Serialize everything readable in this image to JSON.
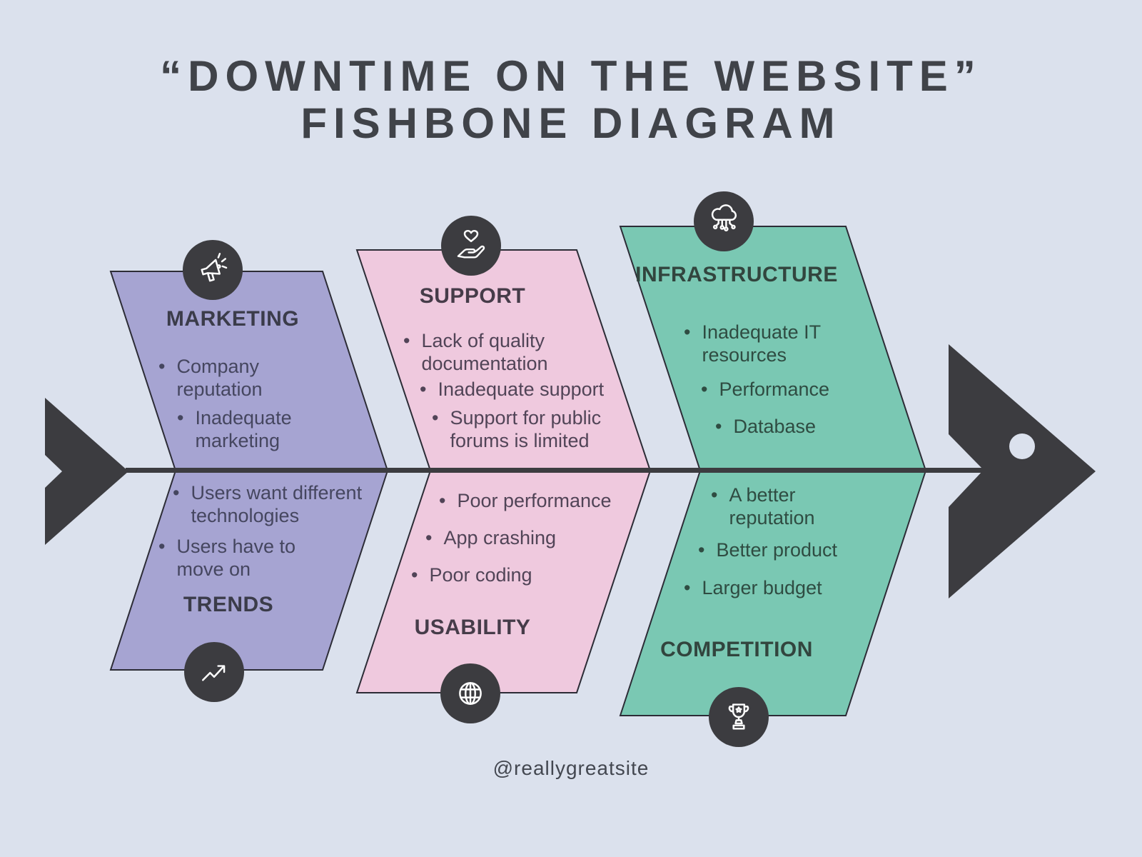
{
  "title": {
    "line1": "“DOWNTIME ON THE WEBSITE”",
    "line2": "FISHBONE DIAGRAM"
  },
  "colors": {
    "background": "#dbe1ed",
    "purple_band": "#a6a4d2",
    "pink_band": "#efc9de",
    "teal_band": "#7ac8b3",
    "dark_shapes": "#3c3c40"
  },
  "icons": {
    "marketing": "megaphone-icon",
    "support": "hand-heart-icon",
    "infrastructure": "cloud-network-icon",
    "trends": "trend-up-icon",
    "usability": "globe-icon",
    "competition": "trophy-icon"
  },
  "sections": {
    "marketing": {
      "label": "MARKETING",
      "items": [
        "Company reputation",
        "Inadequate marketing"
      ]
    },
    "trends": {
      "label": "TRENDS",
      "items": [
        "Users want different technologies",
        "Users have to move on"
      ]
    },
    "support": {
      "label": "SUPPORT",
      "items": [
        "Lack of quality documentation",
        "Inadequate support",
        "Support for public forums is limited"
      ]
    },
    "usability": {
      "label": "USABILITY",
      "items": [
        "Poor performance",
        "App crashing",
        "Poor coding"
      ]
    },
    "infrastructure": {
      "label": "INFRASTRUCTURE",
      "items": [
        "Inadequate IT resources",
        "Performance",
        "Database"
      ]
    },
    "competition": {
      "label": "COMPETITION",
      "items": [
        "A better reputation",
        "Better product",
        "Larger budget"
      ]
    }
  },
  "footer": {
    "handle": "@reallygreatsite"
  }
}
